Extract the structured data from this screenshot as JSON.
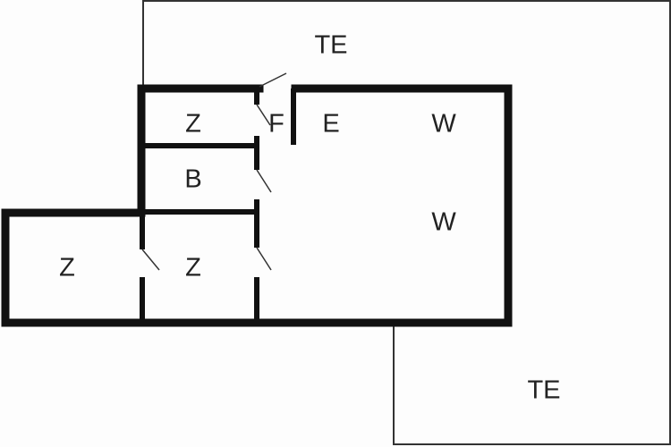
{
  "labels": {
    "terrace_top": "TE",
    "terrace_bottom": "TE",
    "room_z_top": "Z",
    "room_f": "F",
    "room_e": "E",
    "room_w_top": "W",
    "room_b": "B",
    "room_w_mid": "W",
    "room_z_left": "Z",
    "room_z_mid": "Z"
  }
}
